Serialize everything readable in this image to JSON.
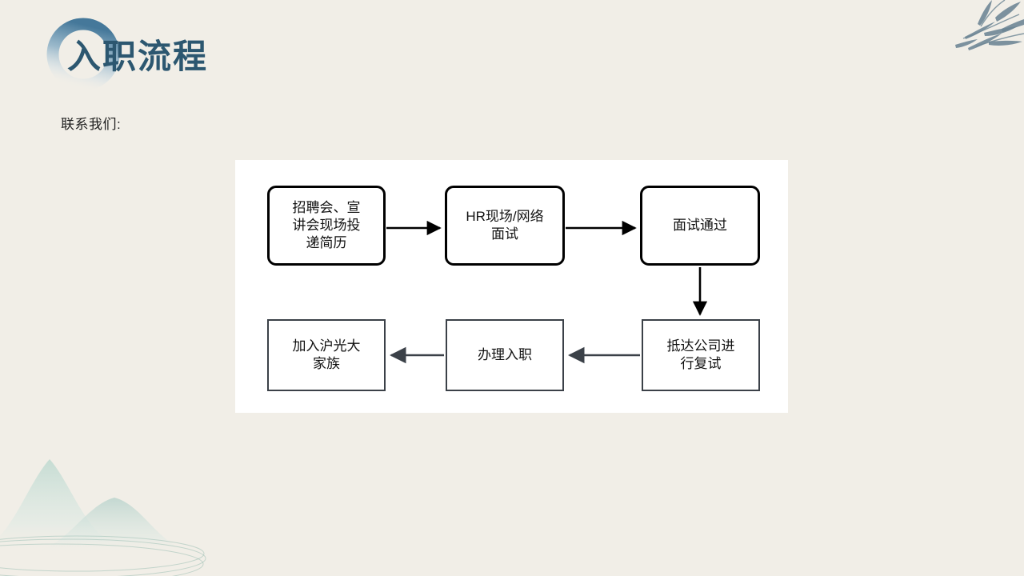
{
  "slide": {
    "background_color": "#F1EEE7",
    "title": "入职流程",
    "title_color": "#2C5770",
    "subtitle": "联系我们:"
  },
  "decorations": {
    "bamboo_label": "bamboo-leaves",
    "bamboo_color": "#6B8494",
    "mountain_label": "ink-mountains",
    "mountain_color": "#BFD6CE",
    "ring_label": "title-ring",
    "ring_color": "#4E7E9E"
  },
  "flowchart": {
    "panel_color": "#FFFFFF",
    "nodes": [
      {
        "id": "n1",
        "label": "招聘会、宣\n讲会现场投\n递简历",
        "lines": [
          "招聘会、宣",
          "讲会现场投",
          "递简历"
        ],
        "style": "rounded"
      },
      {
        "id": "n2",
        "label": "HR现场/网络\n面试",
        "lines": [
          "HR现场/网络",
          "面试"
        ],
        "style": "rounded"
      },
      {
        "id": "n3",
        "label": "面试通过",
        "lines": [
          "面试通过"
        ],
        "style": "rounded"
      },
      {
        "id": "n4",
        "label": "抵达公司进\n行复试",
        "lines": [
          "抵达公司进",
          "行复试"
        ],
        "style": "square"
      },
      {
        "id": "n5",
        "label": "办理入职",
        "lines": [
          "办理入职"
        ],
        "style": "square"
      },
      {
        "id": "n6",
        "label": "加入沪光大\n家族",
        "lines": [
          "加入沪光大",
          "家族"
        ],
        "style": "square"
      }
    ],
    "edges": [
      {
        "from": "n1",
        "to": "n2",
        "direction": "right"
      },
      {
        "from": "n2",
        "to": "n3",
        "direction": "right"
      },
      {
        "from": "n3",
        "to": "n4",
        "direction": "down"
      },
      {
        "from": "n4",
        "to": "n5",
        "direction": "left"
      },
      {
        "from": "n5",
        "to": "n6",
        "direction": "left"
      }
    ]
  }
}
